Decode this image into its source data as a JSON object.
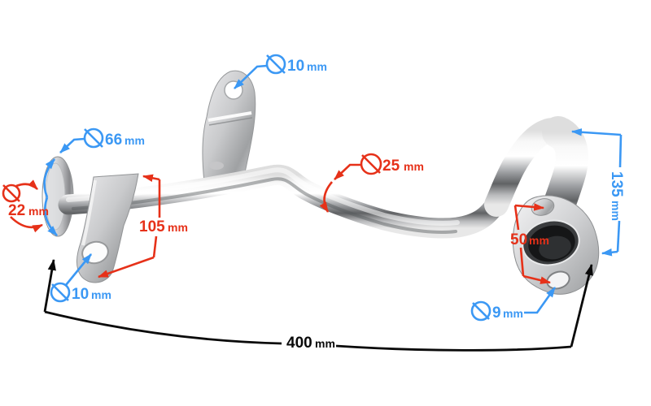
{
  "image": {
    "type": "annotated-product-photo",
    "subject": "chrome exhaust pipe with two mounting brackets and two flanges",
    "background": "#ffffff"
  },
  "colors": {
    "blue": "#3b98f4",
    "red": "#e63119",
    "black": "#0a0a0a",
    "metal_light": "#f8f8f8",
    "metal_dark": "#606264"
  },
  "labels": {
    "top_bracket_hole": {
      "symbol": "⌀",
      "value": "10",
      "unit": "mm",
      "color": "blue"
    },
    "flange_od": {
      "symbol": "⌀",
      "value": "66",
      "unit": "mm",
      "color": "blue"
    },
    "inlet_od": {
      "symbol": "⌀",
      "value": "22",
      "unit": "mm",
      "color": "red"
    },
    "bracket_height": {
      "symbol": "",
      "value": "105",
      "unit": "mm",
      "color": "red"
    },
    "pipe_od": {
      "symbol": "⌀",
      "value": "25",
      "unit": "mm",
      "color": "red"
    },
    "hole_spacing": {
      "symbol": "",
      "value": "50",
      "unit": "mm",
      "color": "red"
    },
    "tab_hole": {
      "symbol": "⌀",
      "value": "10",
      "unit": "mm",
      "color": "blue"
    },
    "outlet_hole": {
      "symbol": "⌀",
      "value": "9",
      "unit": "mm",
      "color": "blue"
    },
    "outlet_height": {
      "symbol": "",
      "value": "135",
      "unit": "mm",
      "color": "blue"
    },
    "overall_length": {
      "symbol": "",
      "value": "400",
      "unit": "mm",
      "color": "black"
    }
  }
}
